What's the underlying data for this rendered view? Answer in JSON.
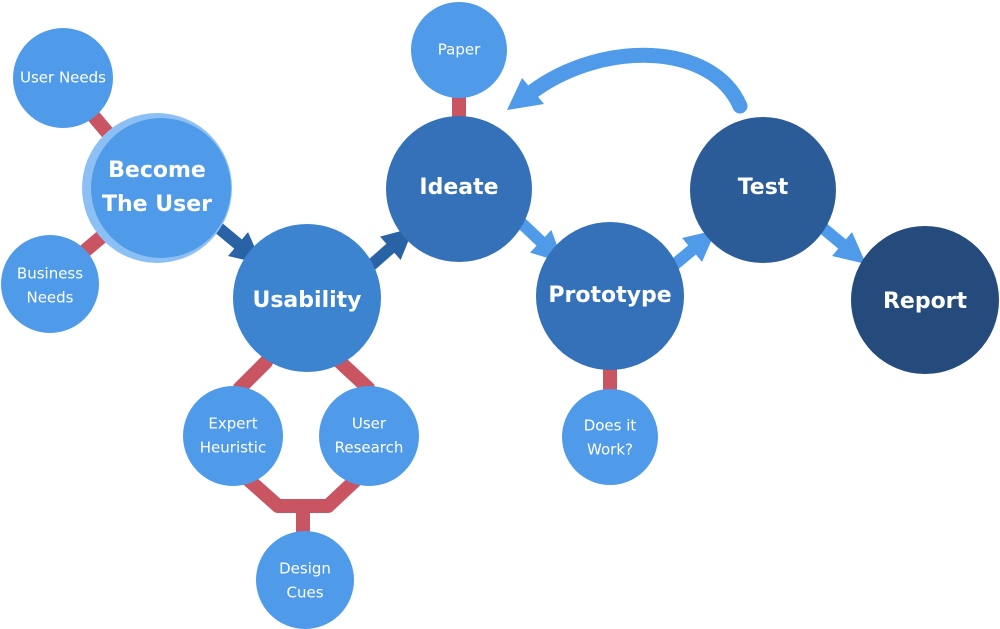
{
  "diagram": {
    "nodes": {
      "user_needs": {
        "label": "User Needs"
      },
      "become_user": {
        "label": [
          "Become",
          "The User"
        ]
      },
      "business_needs": {
        "label": [
          "Business",
          "Needs"
        ]
      },
      "usability": {
        "label": "Usability"
      },
      "expert": {
        "label": [
          "Expert",
          "Heuristic"
        ]
      },
      "user_research": {
        "label": [
          "User",
          "Research"
        ]
      },
      "design_cues": {
        "label": [
          "Design",
          "Cues"
        ]
      },
      "paper": {
        "label": "Paper"
      },
      "ideate": {
        "label": "Ideate"
      },
      "prototype": {
        "label": "Prototype"
      },
      "does_it_work": {
        "label": [
          "Does it",
          "Work?"
        ]
      },
      "test": {
        "label": "Test"
      },
      "report": {
        "label": "Report"
      }
    },
    "colors": {
      "light": "#4f9be9",
      "light_rim": "#8cc0f4",
      "mid": "#3c83d0",
      "mid_dark": "#3471b8",
      "dark": "#2b5c98",
      "darkest": "#244b7c",
      "connector": "#c95563",
      "arrow_dark": "#2a62a6",
      "arrow_light": "#4f9be9"
    }
  }
}
